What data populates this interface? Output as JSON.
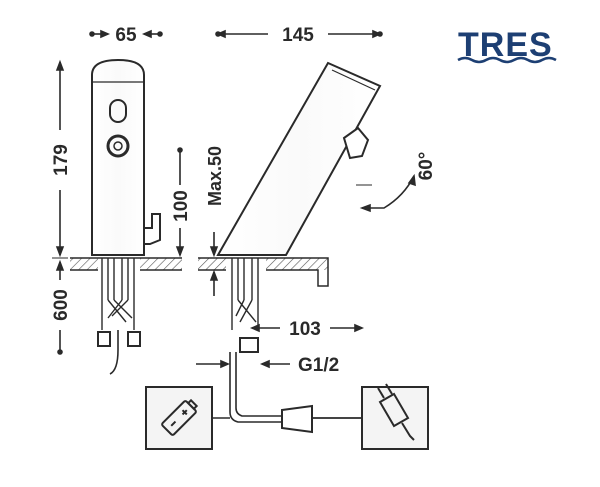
{
  "brand": {
    "name": "TRES",
    "color": "#1d3f73"
  },
  "dimensions": {
    "width_body": "65",
    "reach": "145",
    "height_total": "179",
    "height_sensor": "100",
    "deck_max": "Max.50",
    "supply_length": "600",
    "hose_offset": "103",
    "connection": "G1/2",
    "tilt_angle": "60°"
  },
  "icons": {
    "power_supply": "battery-icon",
    "mains_supply": "plug-icon"
  },
  "colors": {
    "line": "#2a2a2a",
    "hatch": "#555555",
    "panel_bg": "#f4f4f4"
  }
}
